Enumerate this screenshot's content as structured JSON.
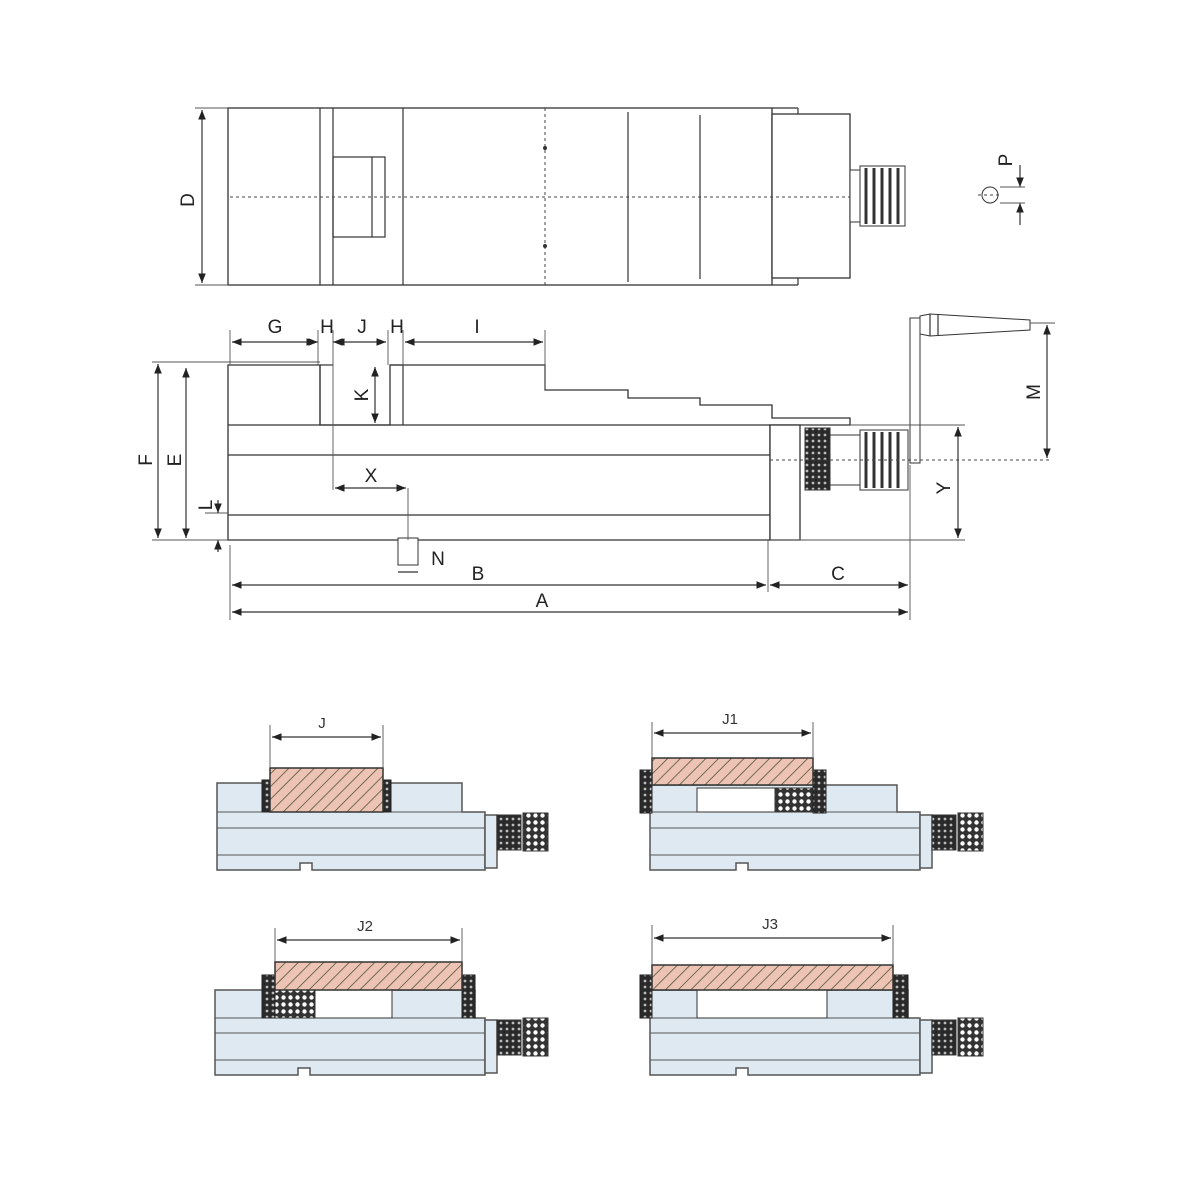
{
  "top_view": {
    "dim_D": "D",
    "dim_P": "P"
  },
  "side_view": {
    "dim_G": "G",
    "dim_H1": "H",
    "dim_J": "J",
    "dim_H2": "H",
    "dim_I": "I",
    "dim_K": "K",
    "dim_F": "F",
    "dim_E": "E",
    "dim_L": "L",
    "dim_X": "X",
    "dim_N": "N",
    "dim_B": "B",
    "dim_A": "A",
    "dim_C": "C",
    "dim_Y": "Y",
    "dim_M": "M"
  },
  "clamping_configs": [
    {
      "label": "J"
    },
    {
      "label": "J1"
    },
    {
      "label": "J2"
    },
    {
      "label": "J3"
    }
  ],
  "colors": {
    "body": "#dfe9f1",
    "workpiece": "#ecc3b4",
    "jaw": "#2a2a2a"
  }
}
